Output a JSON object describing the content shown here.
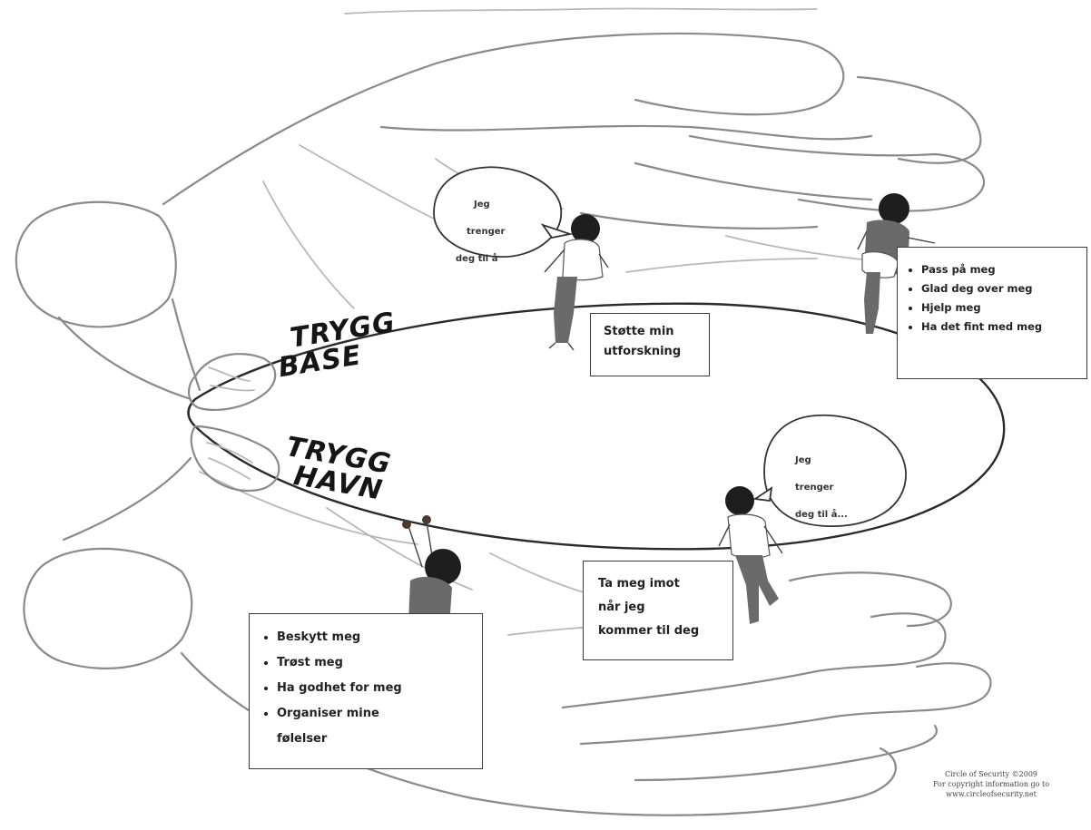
{
  "labels": {
    "trygg_base_line1": "TRYGG",
    "trygg_base_line2": "BASE",
    "trygg_havn_line1": "TRYGG",
    "trygg_havn_line2": "HAVN"
  },
  "bubbles": {
    "top": {
      "line1": "Jeg",
      "line2": "trenger",
      "line3": "deg til å"
    },
    "bottom": {
      "line1": "Jeg",
      "line2": "trenger",
      "line3": "deg til å..."
    }
  },
  "boxes": {
    "support_exploration": {
      "line1": "Støtte min",
      "line2": "utforskning"
    },
    "top_right_list": [
      "Pass på meg",
      "Glad deg over meg",
      "Hjelp meg",
      "Ha det fint med meg"
    ],
    "welcome": {
      "line1": "Ta meg imot",
      "line2": "når jeg",
      "line3": "kommer til deg"
    },
    "bottom_left_list": [
      "Beskytt meg",
      "Trøst meg",
      "Ha godhet for meg",
      "Organiser mine",
      "følelser"
    ]
  },
  "copyright": {
    "line1": "Circle of Security ©2009",
    "line2": "For copyright information go to",
    "line3": "www.circleofsecurity.net"
  }
}
